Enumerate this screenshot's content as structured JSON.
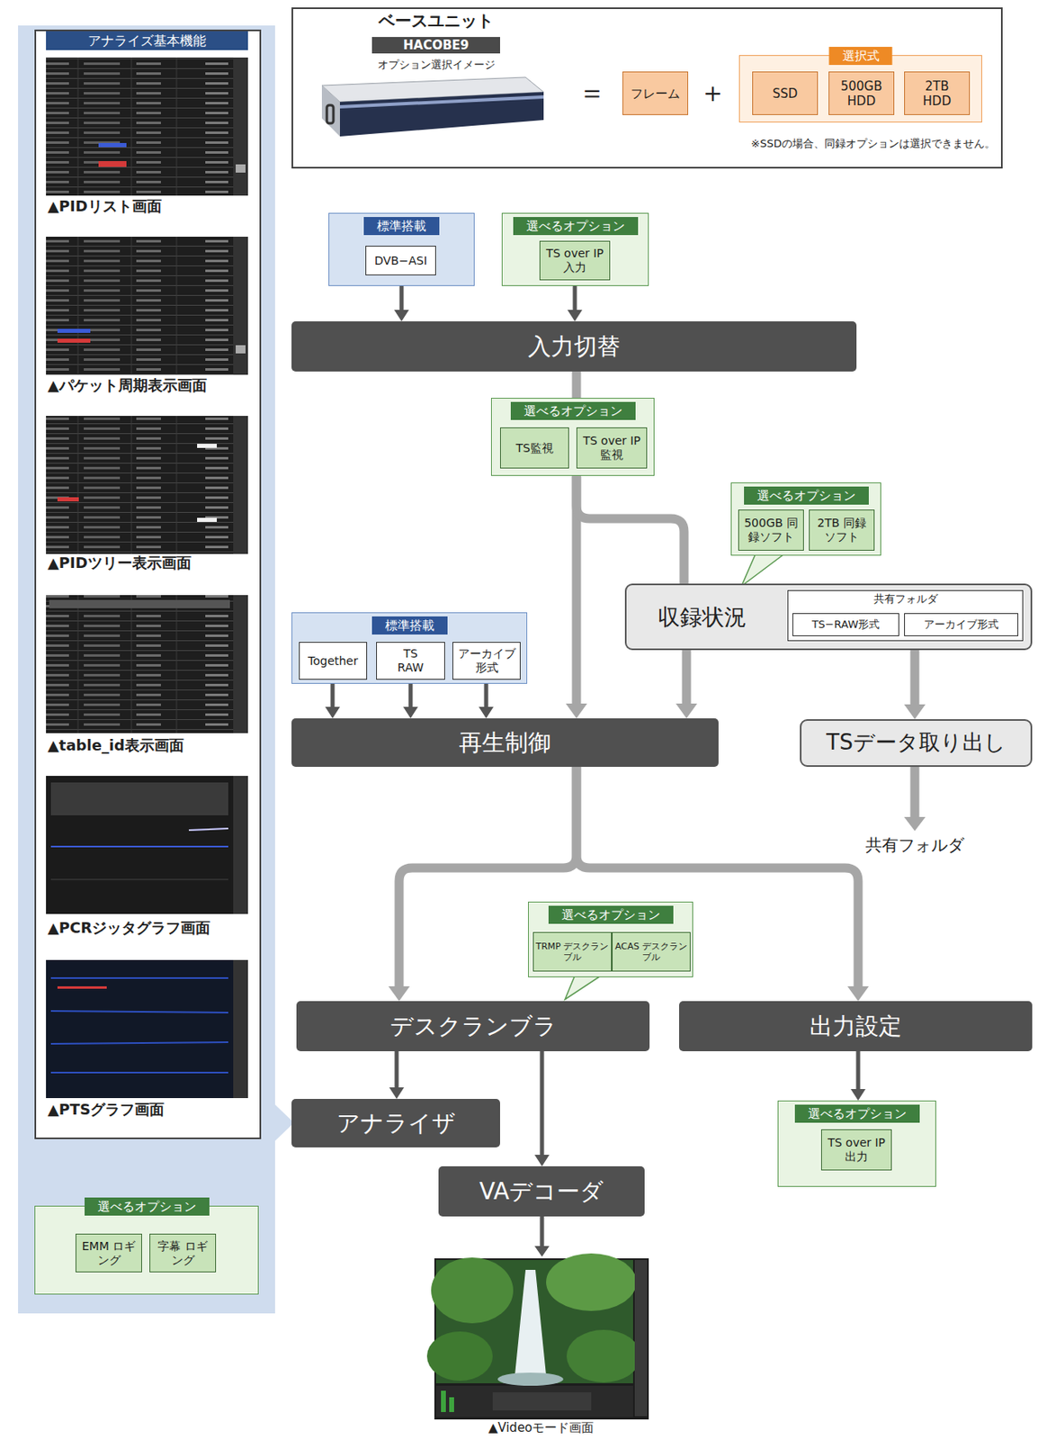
{
  "diagram": {
    "nodes": [
      {
        "text": [
          "アナライズ基本機能",
          "▲PIDリスト画面",
          "▲パケット周期表示画面",
          "▲PIDツリー表示画面",
          "▲table_id表示画面",
          "▲PCRジッタグラフ画面",
          "▲PTSグラフ画面"
        ]
      },
      {
        "text": [
          "選べるオプション"
        ]
      },
      {
        "text": [
          "EMM ロギング"
        ],
        "in": 1
      },
      {
        "text": [
          "字幕 ロギング"
        ],
        "in": 1
      },
      {
        "text": [
          "ベースユニット",
          "HACOBE9",
          "オプション選択イメージ"
        ]
      },
      {
        "text": [
          "フレーム"
        ],
        "in": 4
      },
      {
        "text": [
          "選択式"
        ],
        "in": 4
      },
      {
        "text": [
          "SSD"
        ],
        "in": 6
      },
      {
        "text": [
          "500GB HDD"
        ],
        "in": 6
      },
      {
        "text": [
          "2TB HDD"
        ],
        "in": 6
      },
      {
        "text": [
          "標準搭載"
        ]
      },
      {
        "text": [
          "DVB−ASI"
        ],
        "in": 10
      },
      {
        "text": [
          "選べるオプション"
        ]
      },
      {
        "text": [
          "TS over IP 入力"
        ],
        "in": 12
      },
      {
        "text": [
          "入力切替"
        ]
      },
      {
        "text": [
          "選べるオプション"
        ]
      },
      {
        "text": [
          "TS監視"
        ],
        "in": 15
      },
      {
        "text": [
          "TS over IP 監視"
        ],
        "in": 15
      },
      {
        "text": [
          "選べるオプション"
        ]
      },
      {
        "text": [
          "500GB 同録ソフト"
        ],
        "in": 18
      },
      {
        "text": [
          "2TB 同録ソフト"
        ],
        "in": 18
      },
      {
        "text": [
          "収録状況"
        ]
      },
      {
        "text": [
          "共有フォルダ"
        ],
        "in": 21
      },
      {
        "text": [
          "TS−RAW形式"
        ],
        "in": 22
      },
      {
        "text": [
          "アーカイブ形式"
        ],
        "in": 22
      },
      {
        "text": [
          "標準搭載"
        ]
      },
      {
        "text": [
          "Together"
        ],
        "in": 25
      },
      {
        "text": [
          "TS RAW"
        ],
        "in": 25
      },
      {
        "text": [
          "アーカイブ 形式"
        ],
        "in": 25
      },
      {
        "text": [
          "再生制御"
        ]
      },
      {
        "text": [
          "TSデータ取り出し"
        ]
      },
      {
        "text": [
          "選べるオプション"
        ]
      },
      {
        "text": [
          "TRMP デスクランブル"
        ],
        "in": 31
      },
      {
        "text": [
          "ACAS デスクランブル"
        ],
        "in": 31
      },
      {
        "text": [
          "デスクランブラ"
        ]
      },
      {
        "text": [
          "出力設定"
        ]
      },
      {
        "text": [
          "アナライザ"
        ]
      },
      {
        "text": [
          "VAデコーダ"
        ]
      },
      {
        "text": [
          "選べるオプション"
        ]
      },
      {
        "text": [
          "TS over IP 出力"
        ],
        "in": 38
      }
    ],
    "edges": [
      {
        "from": 10,
        "to": 14,
        "arrow": "to"
      },
      {
        "from": 12,
        "to": 14,
        "arrow": "to"
      },
      {
        "from": 14,
        "to": 15,
        "arrow": "none"
      },
      {
        "from": 15,
        "to": 29,
        "arrow": "to"
      },
      {
        "from": 15,
        "to": 21,
        "arrow": "none"
      },
      {
        "from": 21,
        "to": 29,
        "arrow": "to"
      },
      {
        "from": 21,
        "to": 30,
        "arrow": "to"
      },
      {
        "from": 26,
        "to": 29,
        "arrow": "to"
      },
      {
        "from": 27,
        "to": 29,
        "arrow": "to"
      },
      {
        "from": 28,
        "to": 29,
        "arrow": "to"
      },
      {
        "from": 29,
        "to": 34,
        "arrow": "to"
      },
      {
        "from": 29,
        "to": 35,
        "arrow": "to"
      },
      {
        "from": 34,
        "to": 36,
        "arrow": "to"
      },
      {
        "from": 34,
        "to": 37,
        "arrow": "to"
      },
      {
        "from": 35,
        "to": 38,
        "arrow": "to"
      }
    ],
    "labels": [
      "＝",
      "＋",
      "※SSDの場合、同録オプションは選択できません。",
      "共有フォルダ",
      "▲Videoモード画面"
    ]
  }
}
